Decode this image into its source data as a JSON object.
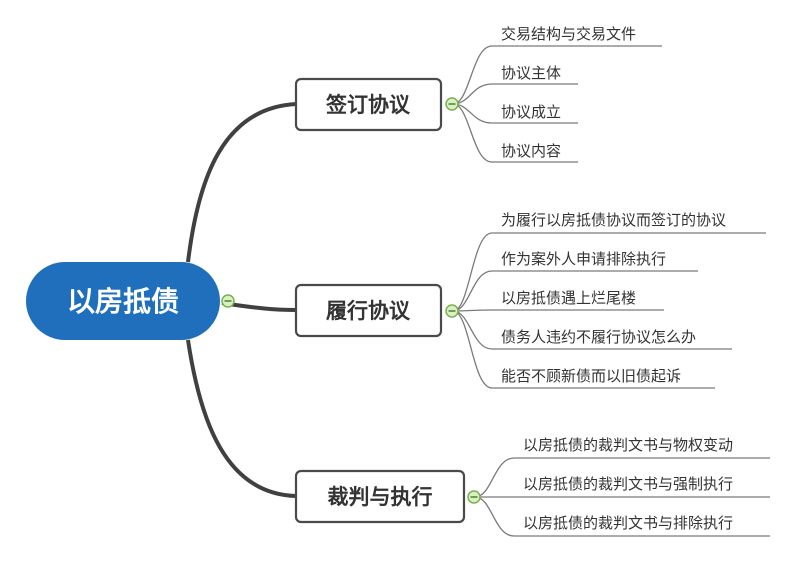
{
  "central": {
    "label": "以房抵债"
  },
  "branches": [
    {
      "label": "签订协议",
      "leaves": [
        "交易结构与交易文件",
        "协议主体",
        "协议成立",
        "协议内容"
      ]
    },
    {
      "label": "履行协议",
      "leaves": [
        "为履行以房抵债协议而签订的协议",
        "作为案外人申请排除执行",
        "以房抵债遇上烂尾楼",
        "债务人违约不履行协议怎么办",
        "能否不顾新债而以旧债起诉"
      ]
    },
    {
      "label": "裁判与执行",
      "leaves": [
        "以房抵债的裁判文书与物权变动",
        "以房抵债的裁判文书与强制执行",
        "以房抵债的裁判文书与排除执行"
      ]
    }
  ],
  "colors": {
    "central_fill": "#1f6fbd",
    "branch_border": "#4a4a4a",
    "connector": "#404040",
    "leaf_line": "#7a7a7a",
    "toggle_fill": "#d9f0c4",
    "toggle_border": "#79b04f"
  },
  "toggle_icon": "collapse-minus-icon"
}
